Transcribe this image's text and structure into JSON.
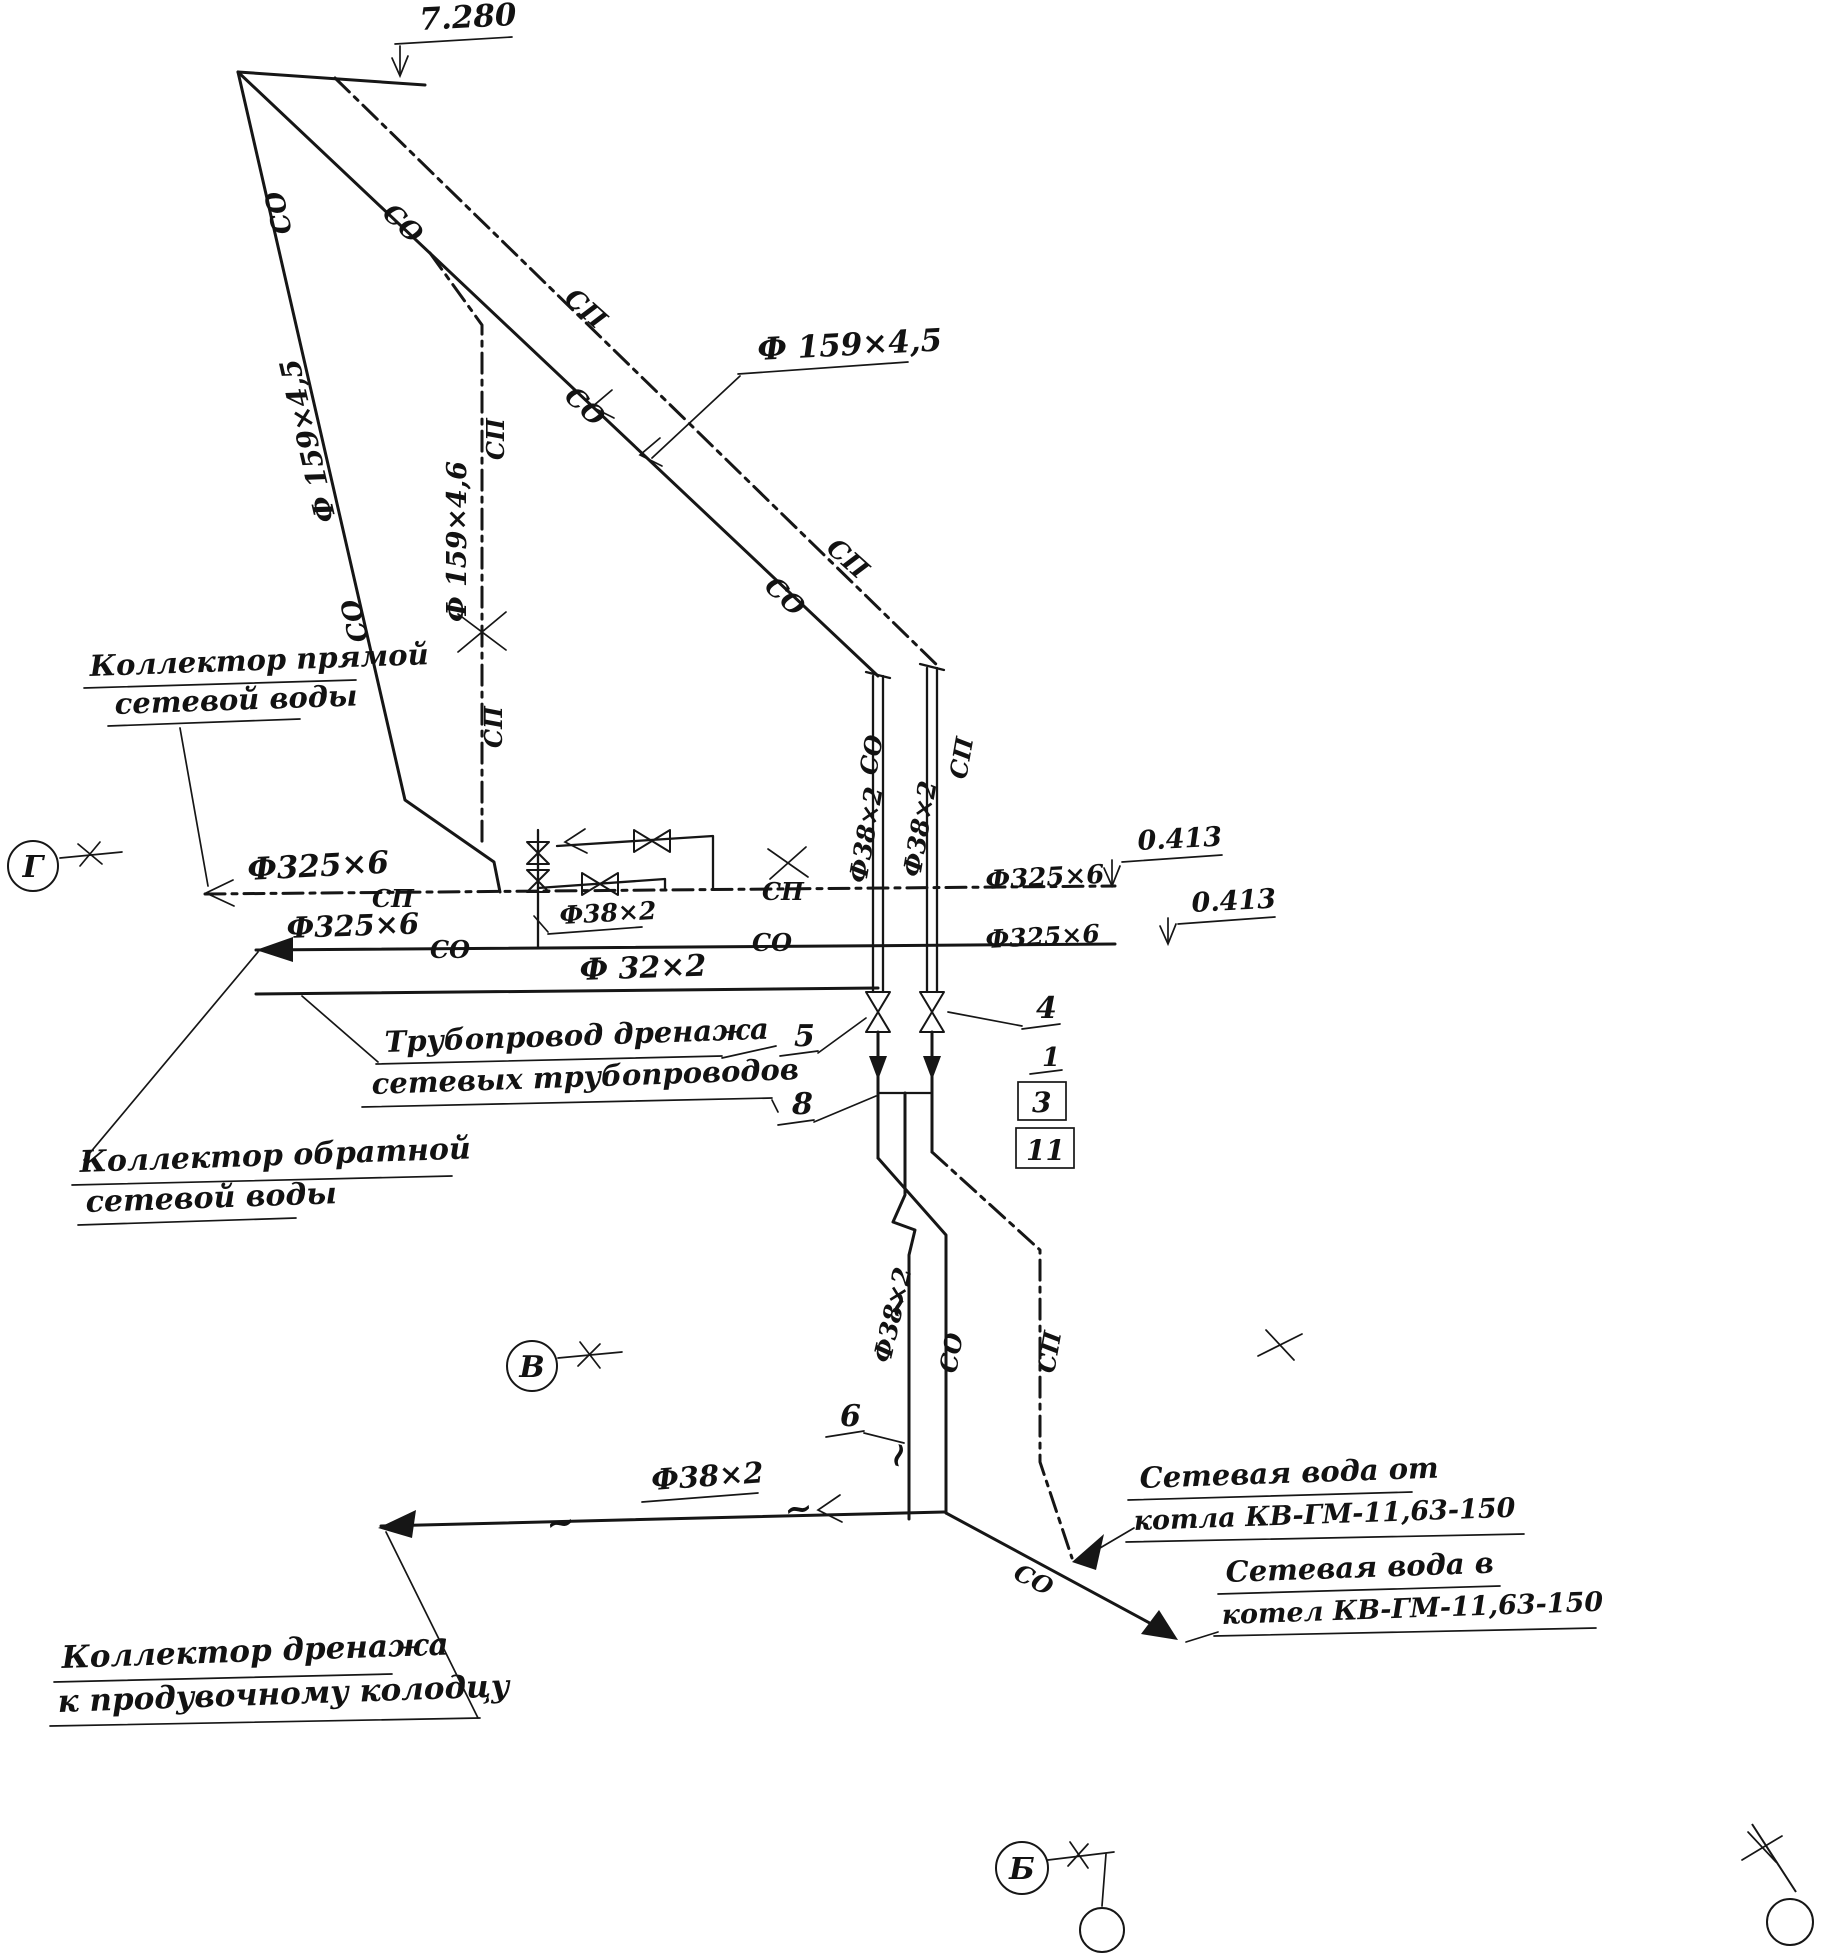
{
  "drawing": {
    "elevation_top": "7.280",
    "elevation_mid": "0.413",
    "marks": {
      "co": "СО",
      "cp": "СП",
      "tilde": "~"
    },
    "dims": {
      "d159_45": "Ф 159×4,5",
      "d159_46": "Ф 159×4,6",
      "d325": "Ф325×6",
      "d38": "Ф38×2",
      "d32": "Ф 32×2"
    },
    "labels": {
      "supply_collector_1": "Коллектор прямой",
      "supply_collector_2": "сетевой воды",
      "return_collector_1": "Коллектор обратной",
      "return_collector_2": "сетевой воды",
      "drain_pipe_1": "Трубопровод дренажа",
      "drain_pipe_2": "сетевых трубопроводов",
      "drain_collector_1": "Коллектор дренажа",
      "drain_collector_2": "к продувочному колодцу",
      "from_boiler_1": "Сетевая вода от",
      "from_boiler_2": "котла КВ-ГМ-11,63-150",
      "to_boiler_1": "Сетевая вода в",
      "to_boiler_2": "котел КВ-ГМ-11,63-150"
    },
    "callouts": {
      "n1": "1",
      "n3": "3",
      "n4": "4",
      "n5": "5",
      "n6": "6",
      "n8": "8",
      "n11": "11"
    },
    "sections": {
      "g": "Г",
      "v": "В",
      "b": "Б"
    }
  }
}
